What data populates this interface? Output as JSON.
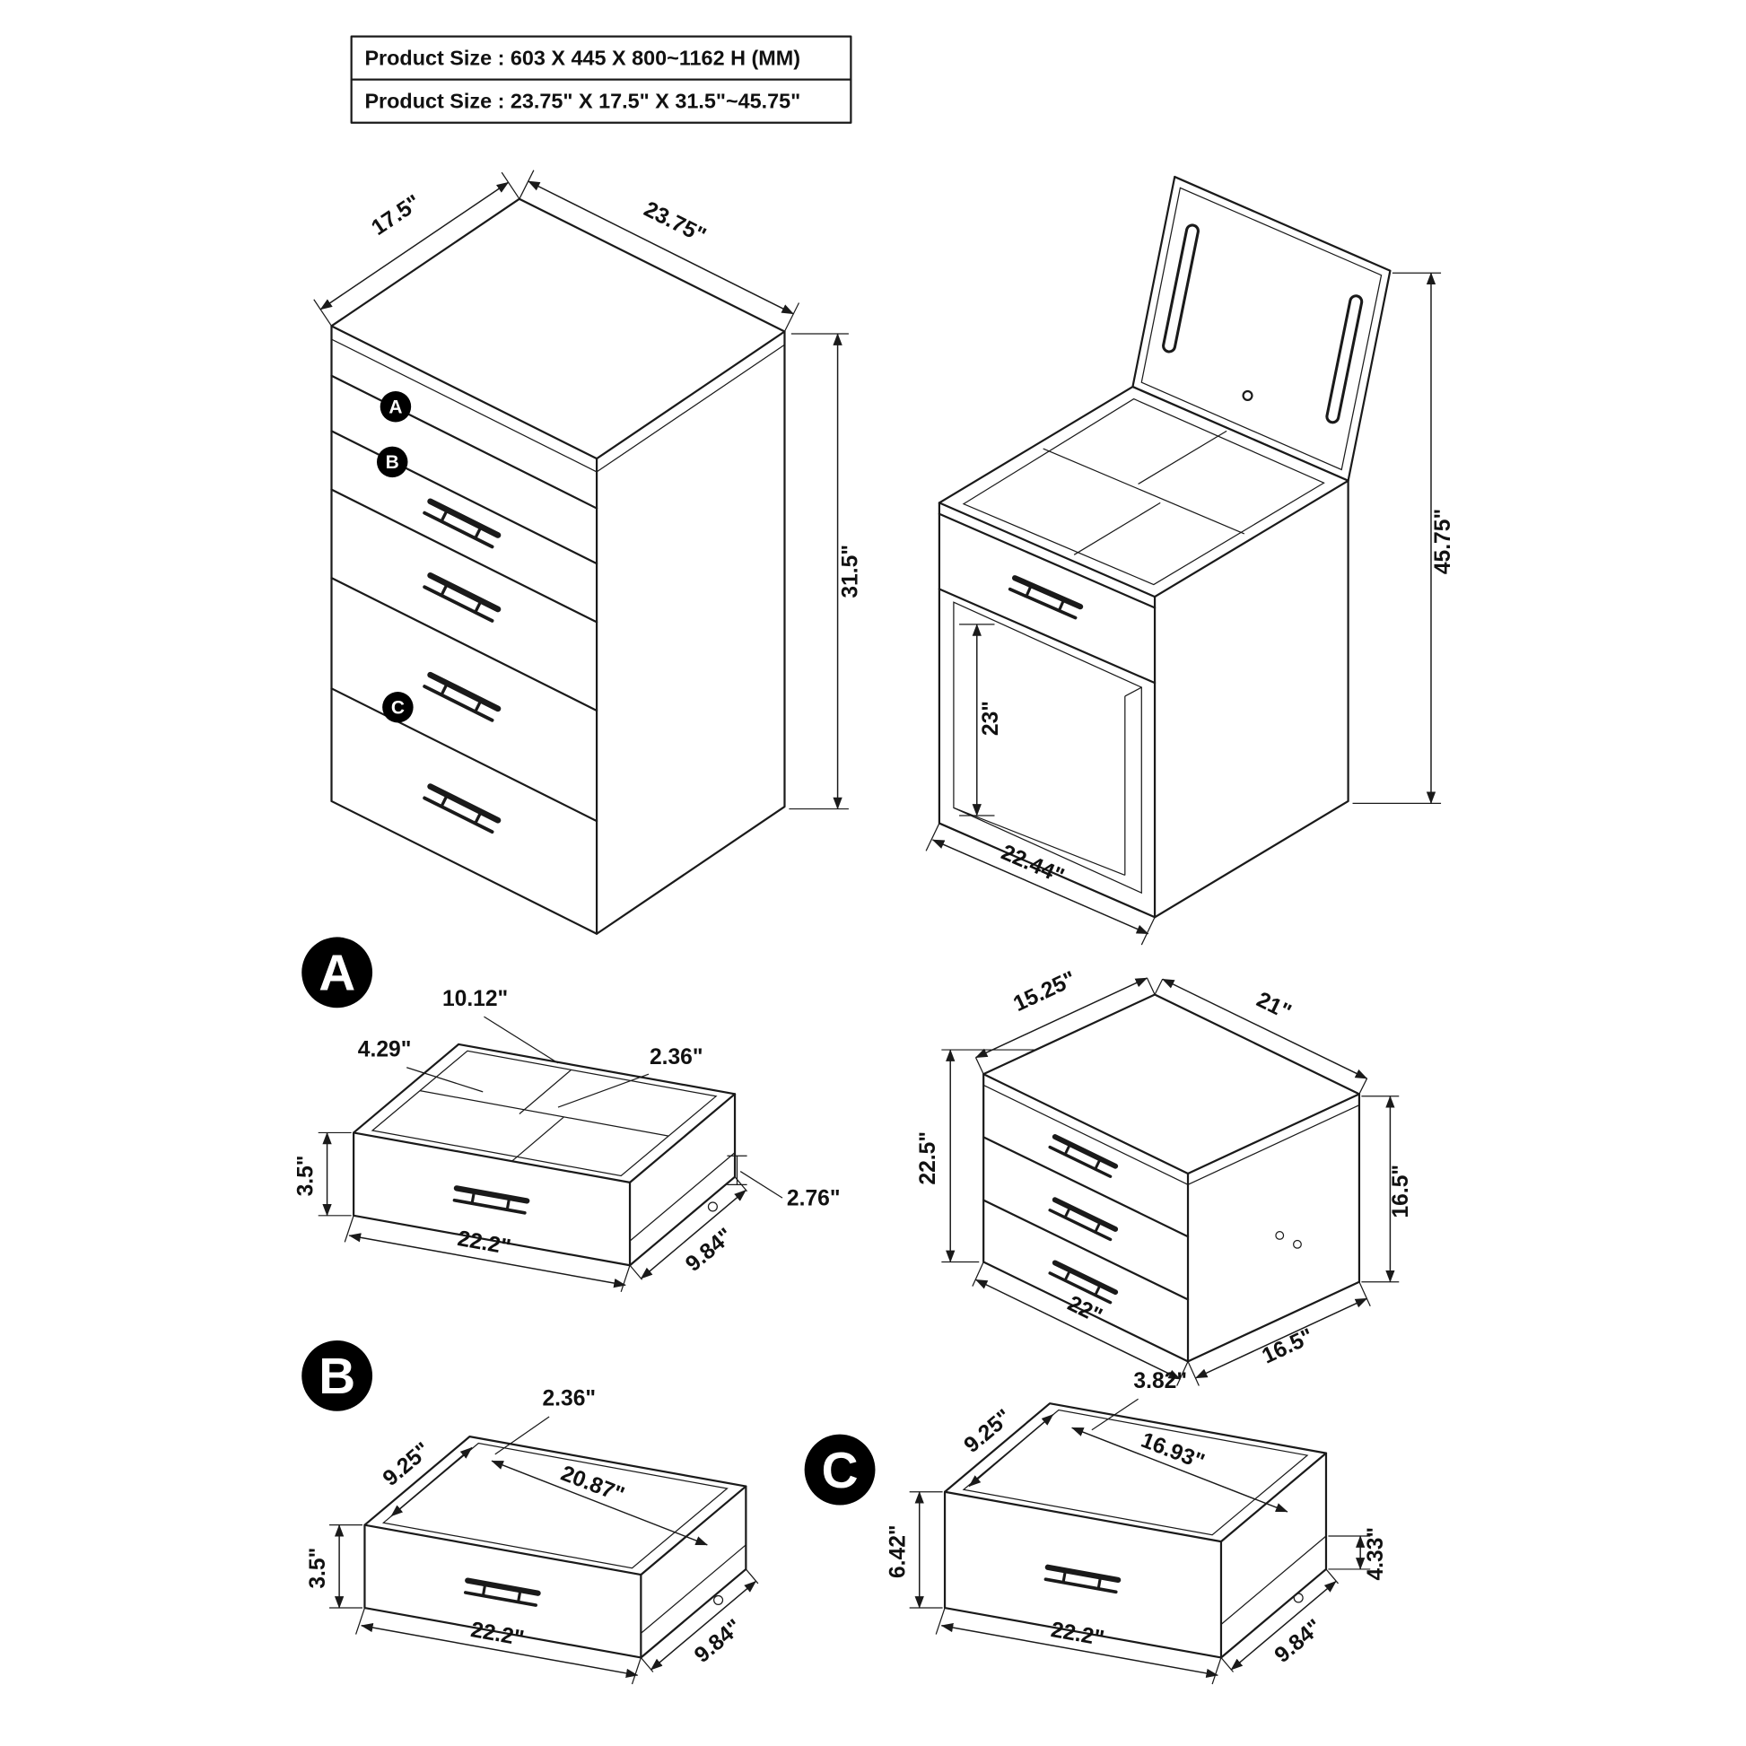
{
  "spec": {
    "line1": "Product Size : 603 X 445 X 800~1162 H (MM)",
    "line2": "Product Size : 23.75\" X 17.5\" X 31.5\"~45.75\""
  },
  "chest": {
    "marker_a": "A",
    "marker_b": "B",
    "marker_c": "C",
    "depth": "17.5\"",
    "width": "23.75\"",
    "height": "31.5\""
  },
  "vanity": {
    "height_open": "45.75\"",
    "knee_clearance": "23\"",
    "base_width": "22.44\""
  },
  "drawer_a": {
    "label": "A",
    "compartment_width": "10.12\"",
    "compartment_small": "4.29\"",
    "divider_height": "2.36\"",
    "front_height": "3.5\"",
    "width": "22.2\"",
    "depth": "9.84\"",
    "rail_height": "2.76\""
  },
  "base_unit": {
    "top_depth": "15.25\"",
    "top_width": "21\"",
    "back_height": "22.5\"",
    "side_height": "16.5\"",
    "bottom_width": "22\"",
    "bottom_depth": "16.5\""
  },
  "drawer_b": {
    "label": "B",
    "panel_thickness": "2.36\"",
    "inner_depth": "9.25\"",
    "inner_width": "20.87\"",
    "front_height": "3.5\"",
    "width": "22.2\"",
    "depth": "9.84\""
  },
  "drawer_c": {
    "label": "C",
    "panel_thickness": "3.82\"",
    "inner_depth": "9.25\"",
    "inner_width": "16.93\"",
    "front_height": "6.42\"",
    "width": "22.2\"",
    "depth": "9.84\"",
    "rail_height": "4.33\""
  }
}
